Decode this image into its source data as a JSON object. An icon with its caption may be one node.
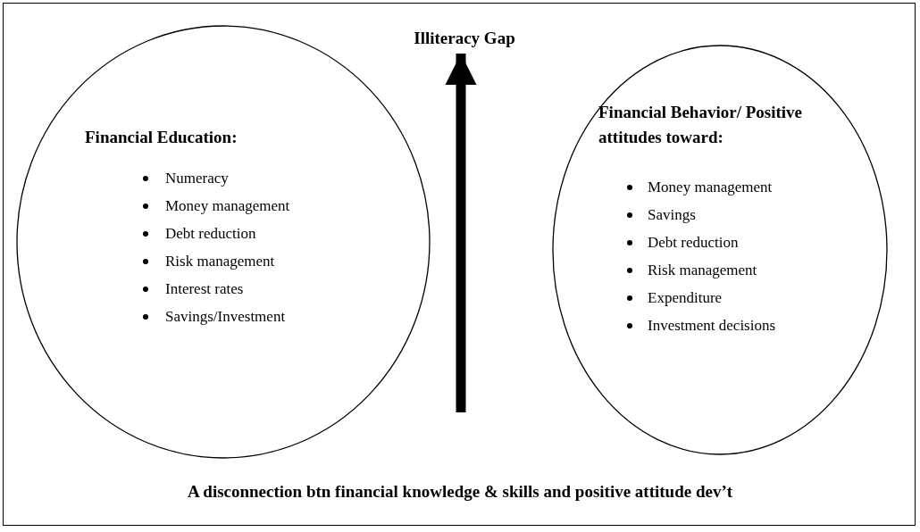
{
  "diagram": {
    "nodes": [
      {
        "text": [
          "Financial Education:",
          "Numeracy",
          "Money management",
          "Debt reduction",
          "Risk management",
          "Interest rates",
          "Savings/Investment"
        ]
      },
      {
        "text": [
          "Illiteracy Gap"
        ]
      },
      {
        "text": [
          "Financial Behavior/ Positive attitudes toward:",
          "Money management",
          "Savings",
          "Debt reduction",
          "Risk management",
          "Expenditure",
          "Investment decisions"
        ]
      }
    ],
    "edges": [
      {
        "from": null,
        "to": 1,
        "arrow": "to"
      }
    ],
    "caption": "A disconnection btn financial knowledge & skills and positive attitude dev’t"
  }
}
